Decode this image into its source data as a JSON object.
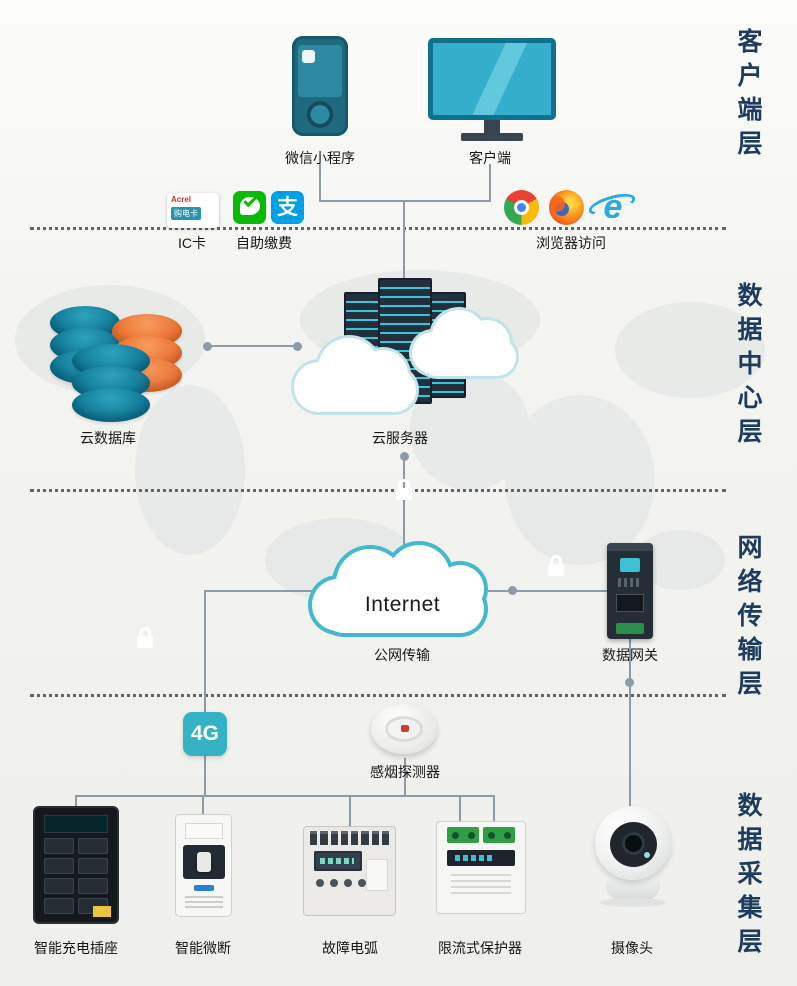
{
  "colors": {
    "teal": "#1d8aa3",
    "teal_light": "#3cc0d0",
    "orange": "#ef7a38",
    "navy_text": "#1d3a5f",
    "line_gray": "#8d9aa8",
    "wechat_green": "#09bb07",
    "alipay_blue": "#00a0e9"
  },
  "layers": {
    "client": "客户端层",
    "datacenter": "数据中心层",
    "network": "网络传输层",
    "collection": "数据采集层"
  },
  "client_layer": {
    "miniprogram_label": "微信小程序",
    "client_label": "客户端",
    "ic_card_label": "IC卡",
    "ic_card_brand": "Acrel",
    "ic_card_text": "购电卡",
    "self_pay_label": "自助缴费",
    "alipay_glyph": "支",
    "ie_glyph": "e",
    "browser_label": "浏览器访问"
  },
  "datacenter_layer": {
    "database_label": "云数据库",
    "server_label": "云服务器"
  },
  "network_layer": {
    "internet_label": "Internet",
    "public_label": "公网传输",
    "gateway_label": "数据网关"
  },
  "collection_layer": {
    "badge_4g": "4G",
    "smoke_label": "感烟探测器",
    "devices": [
      {
        "label": "智能充电插座"
      },
      {
        "label": "智能微断"
      },
      {
        "label": "故障电弧"
      },
      {
        "label": "限流式保护器"
      },
      {
        "label": "摄像头"
      }
    ]
  }
}
